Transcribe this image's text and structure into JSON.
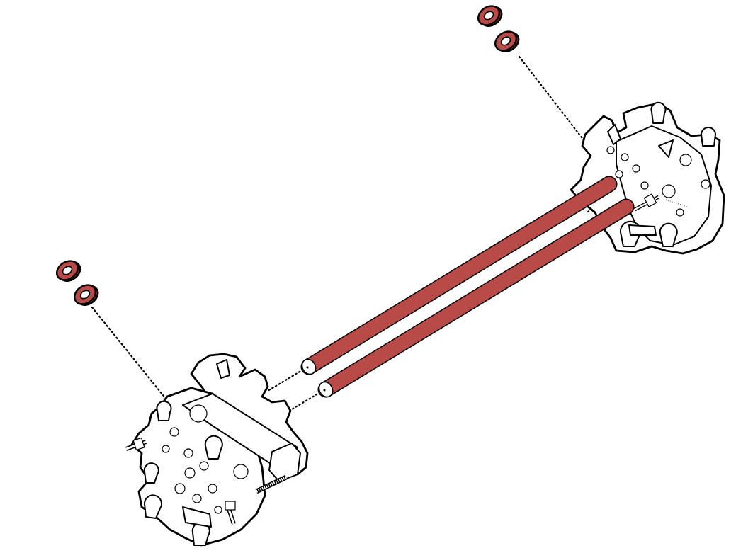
{
  "diagram": {
    "kind": "exploded-assembly",
    "colors": {
      "accent": "#b84a48",
      "accent_dark": "#7a2624",
      "line": "#000000",
      "background": "#ffffff"
    },
    "parts": [
      {
        "name": "rod",
        "count": 2
      },
      {
        "name": "washer",
        "count": 4
      },
      {
        "name": "end-bracket-assembly",
        "count": 2
      }
    ]
  }
}
